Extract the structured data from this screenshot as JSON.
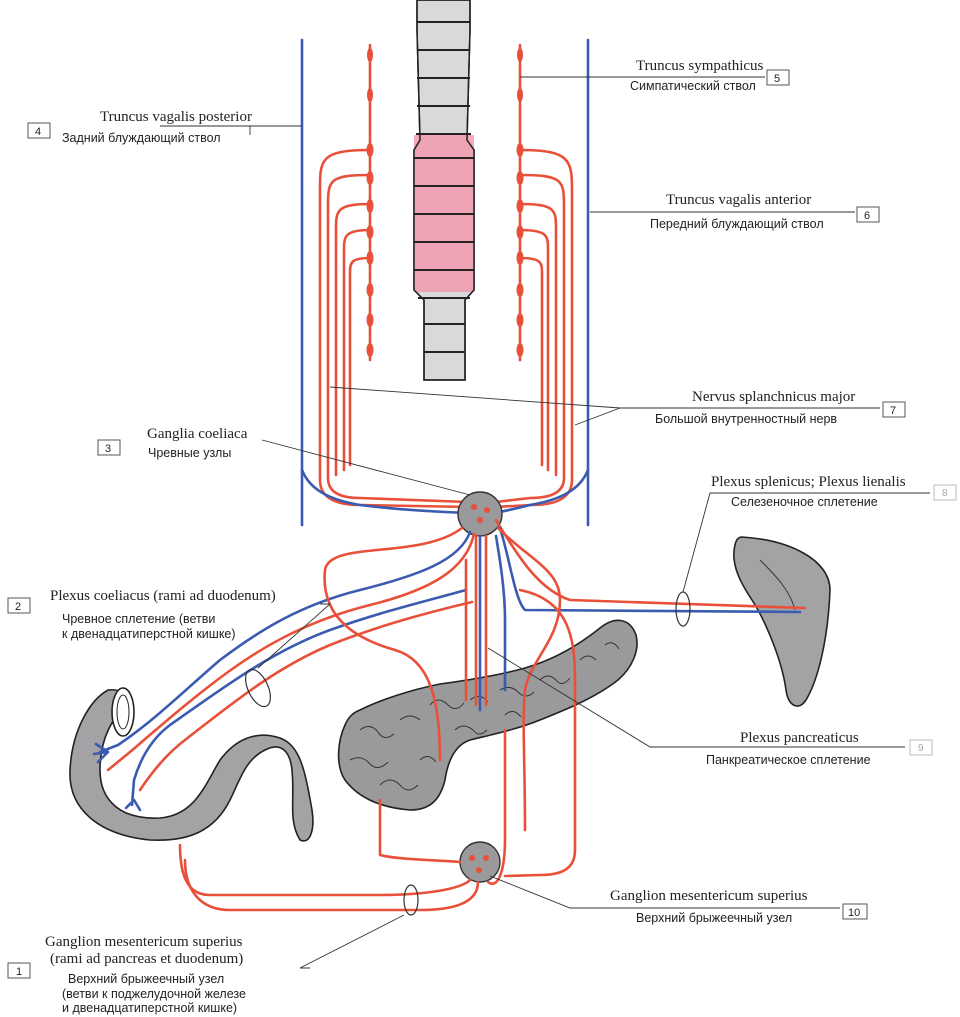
{
  "labels": [
    {
      "id": "1",
      "latin": [
        "Ganglion mesentericum superius",
        "(rami ad pancreas et duodenum)"
      ],
      "russian": [
        "Верхний брыжеечный узел",
        "(ветви к поджелудочной железе",
        "и двенадцатиперстной кишке)"
      ]
    },
    {
      "id": "2",
      "latin": [
        "Plexus coeliacus (rami ad duodenum)"
      ],
      "russian": [
        "Чревное сплетение (ветви",
        "к двенадцатиперстной кишке)"
      ]
    },
    {
      "id": "3",
      "latin": [
        "Ganglia coeliaca"
      ],
      "russian": [
        "Чревные узлы"
      ]
    },
    {
      "id": "4",
      "latin": [
        "Truncus vagalis posterior"
      ],
      "russian": [
        "Задний блуждающий ствол"
      ]
    },
    {
      "id": "5",
      "latin": [
        "Truncus sympathicus"
      ],
      "russian": [
        "Симпатический ствол"
      ]
    },
    {
      "id": "6",
      "latin": [
        "Truncus vagalis anterior"
      ],
      "russian": [
        "Передний блуждающий ствол"
      ]
    },
    {
      "id": "7",
      "latin": [
        "Nervus splanchnicus major"
      ],
      "russian": [
        "Большой внутренностный нерв"
      ]
    },
    {
      "id": "8",
      "latin": [
        "Plexus splenicus; Plexus lienalis"
      ],
      "russian": [
        "Селезеночное сплетение"
      ]
    },
    {
      "id": "9",
      "latin": [
        "Plexus pancreaticus"
      ],
      "russian": [
        "Панкреатическое сплетение"
      ]
    },
    {
      "id": "10",
      "latin": [
        "Ganglion mesentericum superius"
      ],
      "russian": [
        "Верхний брыжеечный узел"
      ]
    }
  ],
  "colors": {
    "sympathetic": "#e8503a",
    "parasympathetic": "#3a5bb0",
    "vertebra": "#d9d9dc",
    "vertebra_highlight": "#f29aae",
    "organ": "#a3a3a5"
  }
}
